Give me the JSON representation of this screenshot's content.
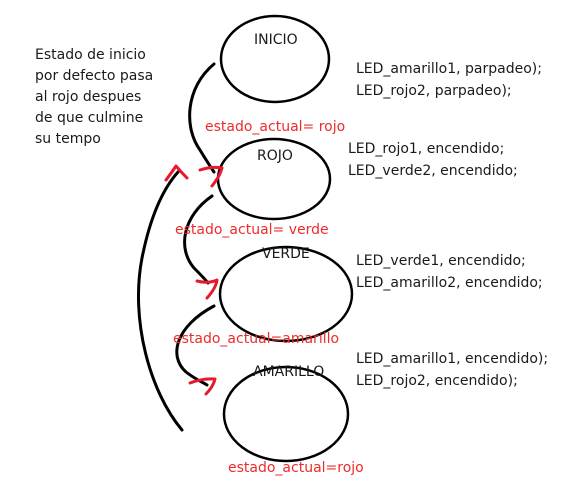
{
  "note": "Estado de inicio\npor defecto pasa\nal rojo despues\nde que culmine\nsu tempo",
  "states": [
    {
      "label": "INICIO"
    },
    {
      "label": "ROJO"
    },
    {
      "label": "VERDE"
    },
    {
      "label": "AMARILLO"
    }
  ],
  "actions": [
    {
      "line1": "LED_amarillo1, parpadeo);",
      "line2": "LED_rojo2, parpadeo);"
    },
    {
      "line1": "LED_rojo1, encendido;",
      "line2": "LED_verde2, encendido;"
    },
    {
      "line1": "LED_verde1, encendido;",
      "line2": "LED_amarillo2, encendido;"
    },
    {
      "line1": "LED_amarillo1, encendido);",
      "line2": "LED_rojo2, encendido);"
    }
  ],
  "transitions": [
    {
      "label": "estado_actual= rojo"
    },
    {
      "label": "estado_actual= verde"
    },
    {
      "label": "estado_actual=amarillo"
    },
    {
      "label": "estado_actual=rojo"
    }
  ],
  "colors": {
    "stroke": "#000000",
    "arrowhead": "#e8192c",
    "transition_text": "#ee2b2b"
  }
}
